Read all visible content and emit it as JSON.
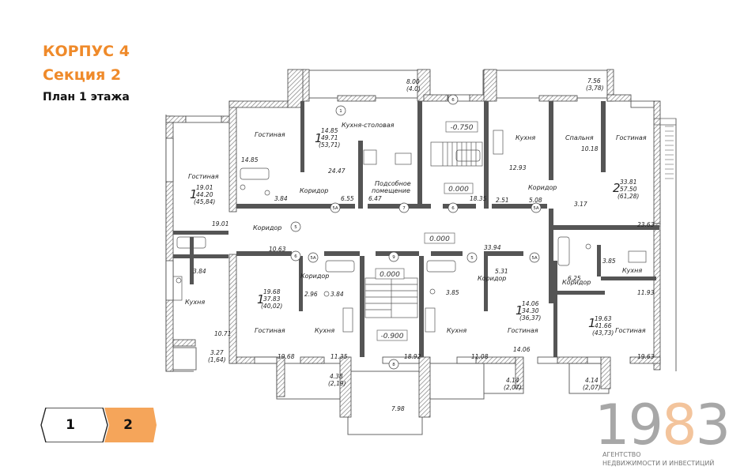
{
  "header": {
    "building": "КОРПУС 4",
    "section": "Секция 2",
    "plan": "План 1 этажа"
  },
  "floor_switch": {
    "options": [
      "1",
      "2"
    ],
    "selected": "2",
    "active_color": "#f5a55a"
  },
  "brand": {
    "digits": [
      "1",
      "9",
      "8",
      "3"
    ],
    "digit_colors": [
      "#a7a7a7",
      "#a7a7a7",
      "#f3c49c",
      "#a7a7a7"
    ],
    "line1": "АГЕНТСТВО",
    "line2": "НЕДВИЖИМОСТИ И ИНВЕСТИЦИЙ"
  },
  "colors": {
    "accent": "#ef8a2a",
    "wall": "#555555",
    "hatch": "#888888"
  },
  "plan": {
    "rooms": {
      "gostinaya_w": "Гостиная",
      "kitchen_dining": "Кухня-столовая",
      "gostinaya_nl": "Гостиная",
      "corridor_nl": "Коридор",
      "utility": "Подсобное",
      "utility2": "помещение",
      "kitchen_n": "Кухня",
      "bedroom": "Спальня",
      "gostinaya_ne": "Гостиная",
      "corridor_n": "Коридор",
      "corridor_mid": "Коридор",
      "kitchen_w": "Кухня",
      "corridor_sl": "Коридор",
      "gostinaya_s1": "Гостиная",
      "kitchen_s1": "Кухня",
      "kitchen_s2": "Кухня",
      "corridor_s": "Коридор",
      "gostinaya_s2": "Гостиная",
      "corridor_se": "Коридор",
      "kitchen_e": "Кухня",
      "gostinaya_se": "Гостиная"
    },
    "apartments": {
      "apt_w": {
        "rooms": "1",
        "living": "19.01",
        "total": "44.20",
        "total_k": "(45,84)"
      },
      "apt_n1": {
        "rooms": "1",
        "living": "14.85",
        "total": "49.71",
        "total_k": "(53,71)"
      },
      "apt_ne": {
        "rooms": "2",
        "living": "33.81",
        "total": "57.50",
        "total_k": "(61,28)"
      },
      "apt_s1": {
        "rooms": "1",
        "living": "19.68",
        "total": "37.83",
        "total_k": "(40,02)"
      },
      "apt_s2": {
        "rooms": "1",
        "living": "14.06",
        "total": "34.30",
        "total_k": "(36,37)"
      },
      "apt_se": {
        "rooms": "1",
        "living": "19.63",
        "total": "41.66",
        "total_k": "(43,73)"
      }
    },
    "areas": {
      "a1": "14.85",
      "a2": "24.47",
      "a3": "3.84",
      "a4": "6.55",
      "a5": "6.47",
      "a6": "18.35",
      "a7": "2.51",
      "a8": "5.08",
      "a9": "12.93",
      "a10": "10.18",
      "a11": "3.17",
      "a12": "23.63",
      "a13": "19.01",
      "a14": "10.63",
      "a15": "3.84",
      "a16": "10.71",
      "a17": "2.96",
      "a18": "3.84",
      "a19": "19.68",
      "a20": "11.35",
      "a21": "3.85",
      "a22": "18.92",
      "a23": "11.08",
      "a24": "33.94",
      "a25": "5.31",
      "a26": "14.06",
      "a27": "3.85",
      "a28": "6.25",
      "a29": "11.93",
      "a30": "19.63",
      "a31": "7.98"
    },
    "balconies": {
      "b1": "8.00",
      "b1k": "(4.0)",
      "b2": "7.56",
      "b2k": "(3,78)",
      "b3": "3.27",
      "b3k": "(1,64)",
      "b4": "4.38",
      "b4k": "(2,19)",
      "b5": "4.14",
      "b5k": "(2,07)",
      "b6": "4.14",
      "b6k": "(2,07)"
    },
    "levels": {
      "l1": "-0.750",
      "l2": "0.000",
      "l3": "0.000",
      "l4": "0.000",
      "l5": "-0.900"
    },
    "markers": {
      "m1": "1",
      "m2": "5А",
      "m3": "7",
      "m4": "6",
      "m5": "5",
      "m6": "5А",
      "m7": "9",
      "m8": "5",
      "m9": "5А",
      "m10": "5А",
      "m11": "6",
      "m12": "8",
      "m13": "6"
    }
  }
}
